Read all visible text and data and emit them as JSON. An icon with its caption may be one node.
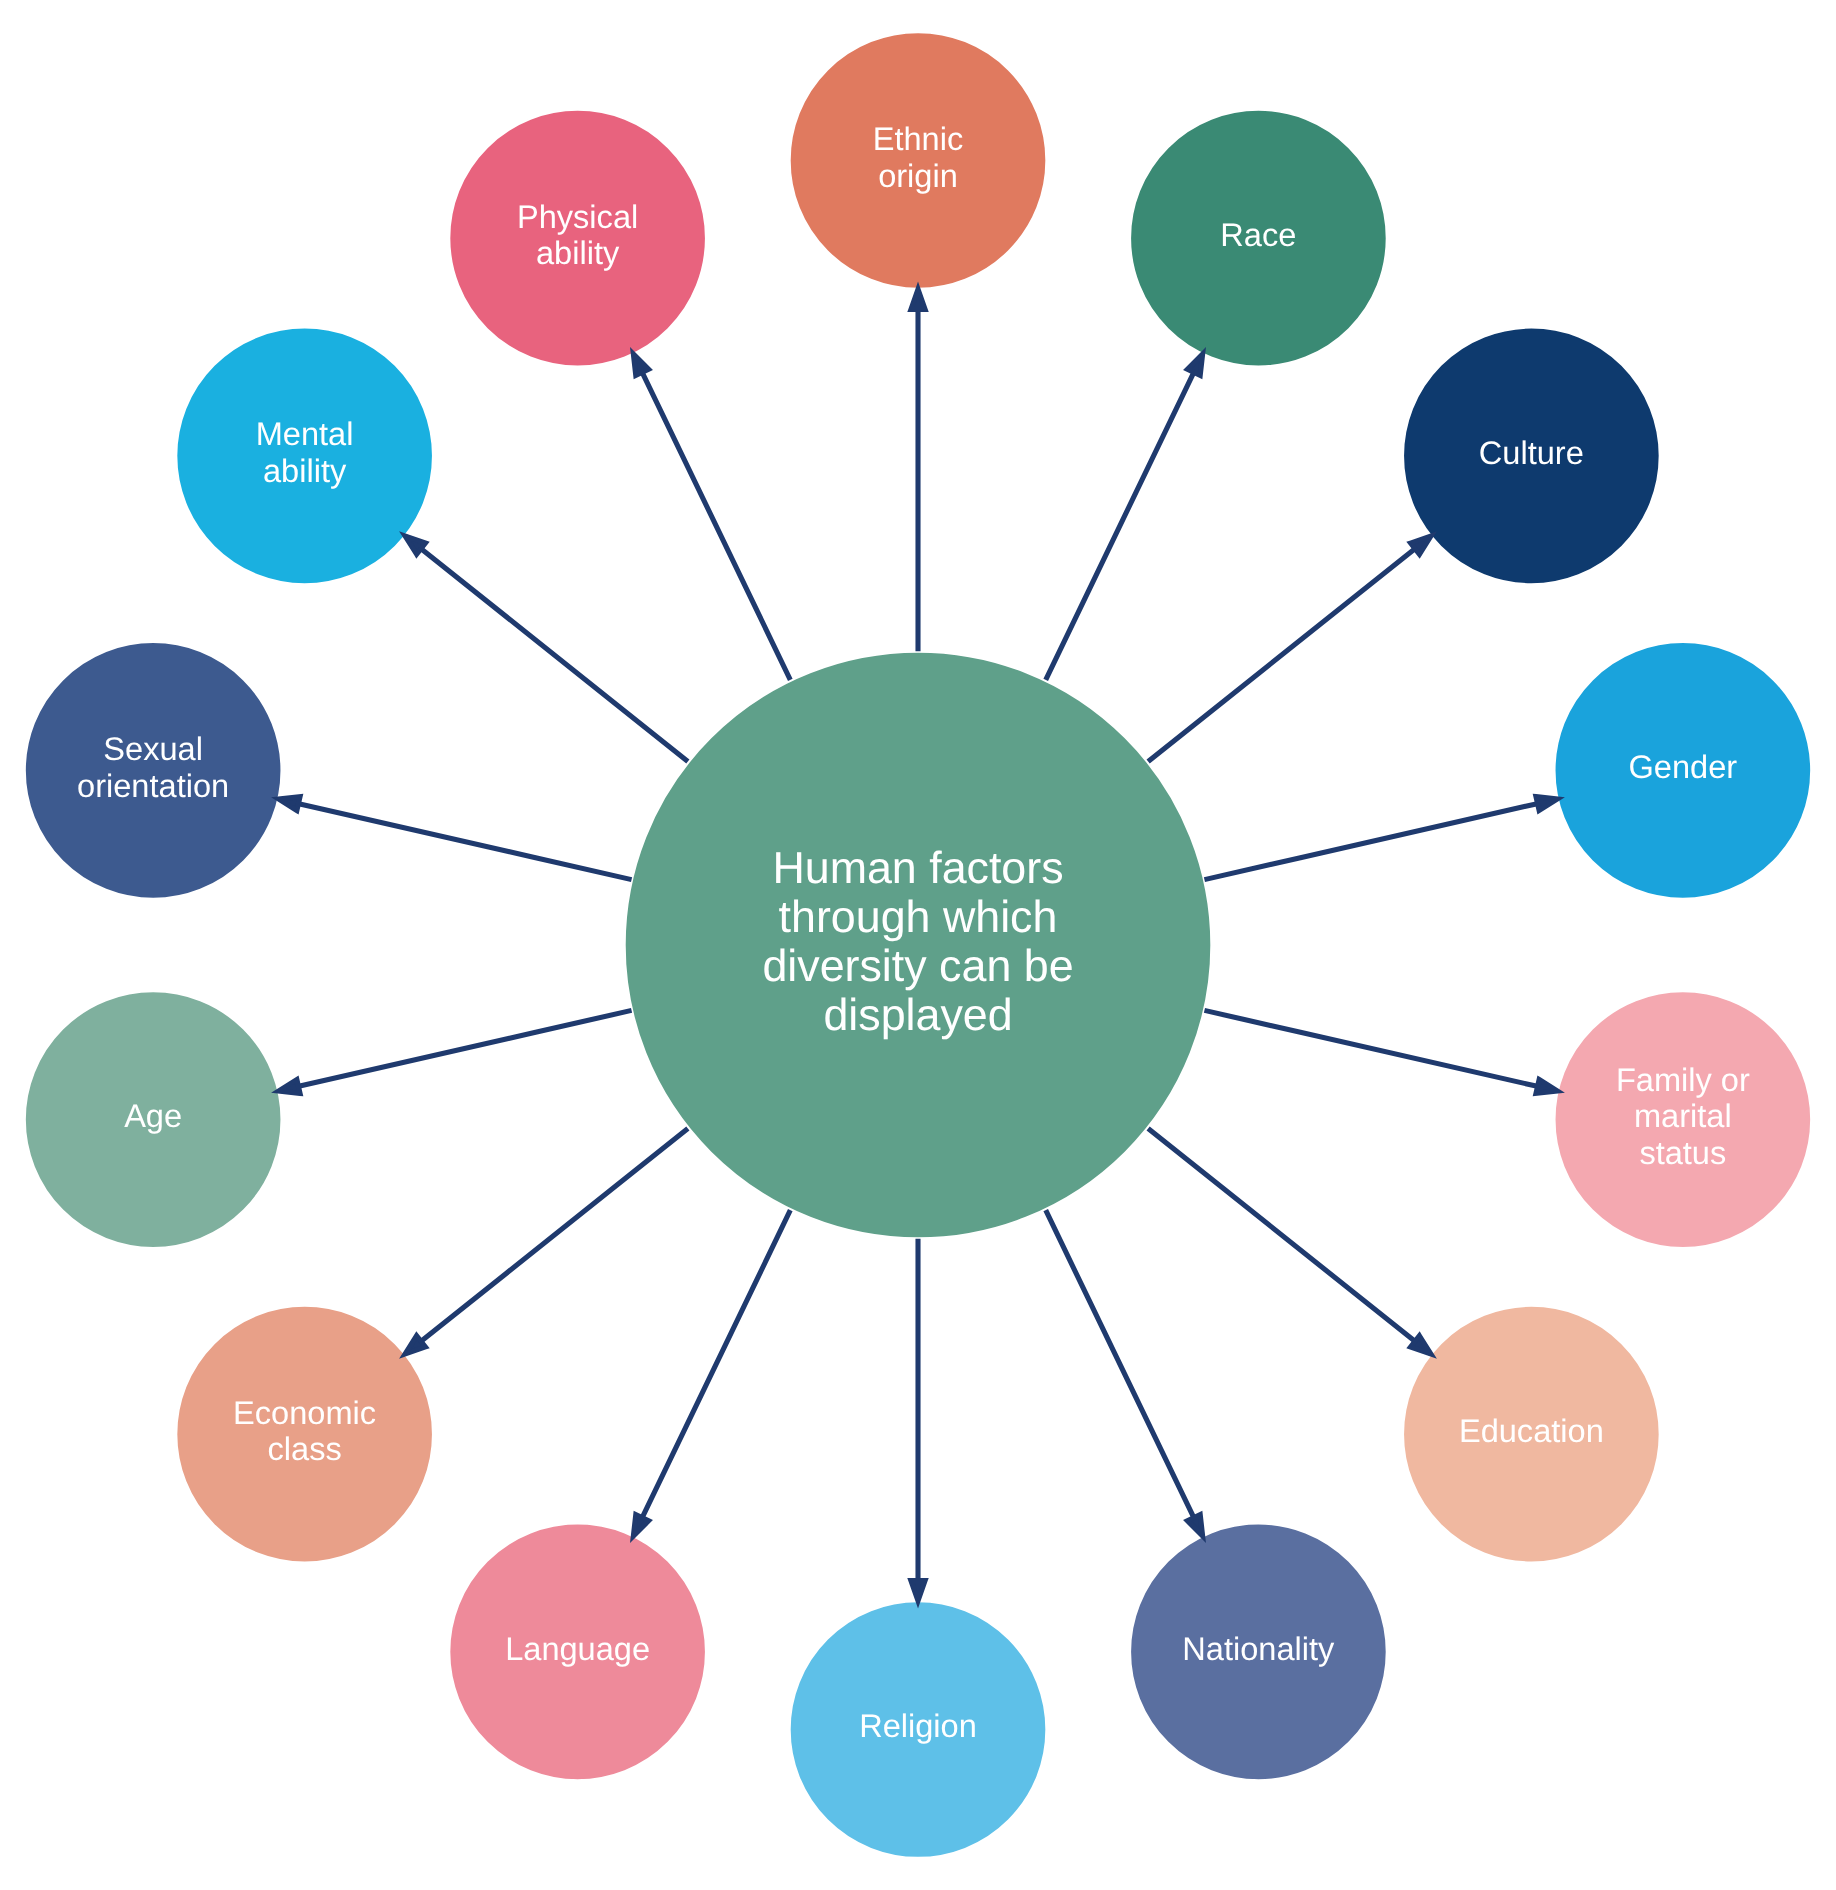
{
  "diagram": {
    "nodes": [
      {
        "text": [
          "Human factors through which diversity can be displayed"
        ]
      },
      {
        "text": [
          "Gender"
        ]
      },
      {
        "text": [
          "Culture"
        ]
      },
      {
        "text": [
          "Race"
        ]
      },
      {
        "text": [
          "Ethnic origin"
        ]
      },
      {
        "text": [
          "Physical ability"
        ]
      },
      {
        "text": [
          "Mental ability"
        ]
      },
      {
        "text": [
          "Sexual orientation"
        ]
      },
      {
        "text": [
          "Age"
        ]
      },
      {
        "text": [
          "Economic class"
        ]
      },
      {
        "text": [
          "Language"
        ]
      },
      {
        "text": [
          "Religion"
        ]
      },
      {
        "text": [
          "Nationality"
        ]
      },
      {
        "text": [
          "Education"
        ]
      },
      {
        "text": [
          "Family or marital status"
        ]
      }
    ],
    "edges": [
      {
        "from": 0,
        "to": 1,
        "arrow": "to"
      },
      {
        "from": 0,
        "to": 2,
        "arrow": "to"
      },
      {
        "from": 0,
        "to": 3,
        "arrow": "to"
      },
      {
        "from": 0,
        "to": 4,
        "arrow": "to"
      },
      {
        "from": 0,
        "to": 5,
        "arrow": "to"
      },
      {
        "from": 0,
        "to": 6,
        "arrow": "to"
      },
      {
        "from": 0,
        "to": 7,
        "arrow": "to"
      },
      {
        "from": 0,
        "to": 8,
        "arrow": "to"
      },
      {
        "from": 0,
        "to": 9,
        "arrow": "to"
      },
      {
        "from": 0,
        "to": 10,
        "arrow": "to"
      },
      {
        "from": 0,
        "to": 11,
        "arrow": "to"
      },
      {
        "from": 0,
        "to": 12,
        "arrow": "to"
      },
      {
        "from": 0,
        "to": 13,
        "arrow": "to"
      },
      {
        "from": 0,
        "to": 14,
        "arrow": "to"
      }
    ]
  }
}
